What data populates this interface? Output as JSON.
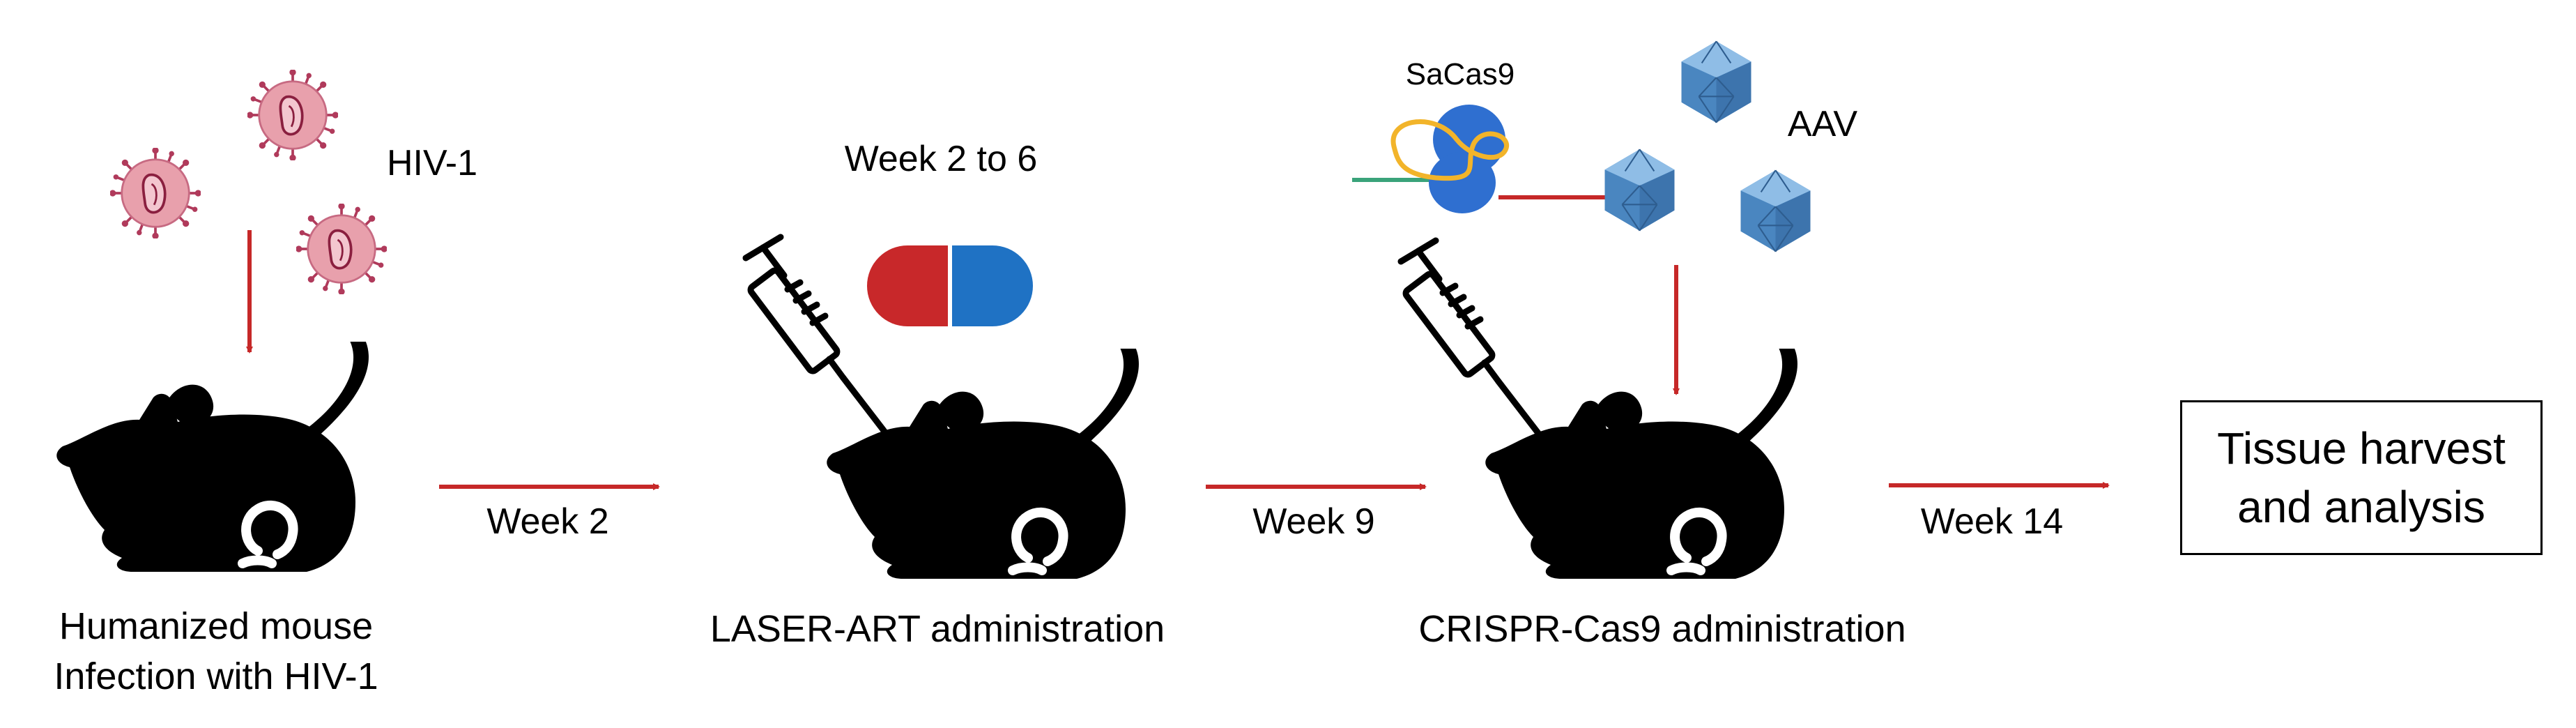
{
  "labels": {
    "hiv": "HIV-1",
    "week_2_to_6": "Week 2 to 6",
    "sacas9": "SaCas9",
    "aav": "AAV"
  },
  "arrows": {
    "week2": "Week 2",
    "week9": "Week 9",
    "week14": "Week 14"
  },
  "steps": [
    {
      "line1": "Humanized mouse",
      "line2": "Infection with HIV-1"
    },
    {
      "line1": "LASER-ART administration"
    },
    {
      "line1": "CRISPR-Cas9 administration"
    }
  ],
  "final": {
    "line1": "Tissue harvest",
    "line2": "and analysis"
  },
  "colors": {
    "arrow": "#c62828",
    "virus": "#e8a0ac",
    "virus_dark": "#b03a5b",
    "capsule_red": "#c8282a",
    "capsule_blue": "#1f72c4",
    "protein_blue": "#2f6fd0",
    "rna_yellow": "#f2b42a",
    "dna_green": "#3aa37a",
    "aav_blue": "#5b9bd5",
    "mouse": "#000000"
  }
}
